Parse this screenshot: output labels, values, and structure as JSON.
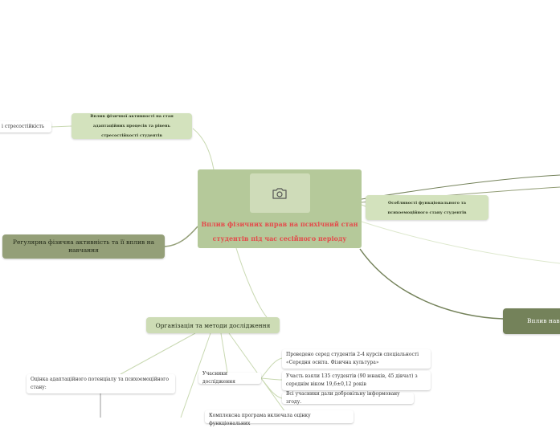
{
  "center": {
    "title": "Вплив фізичних вправ на психічний стан студентів під час сесійного періоду",
    "photo_icon": "camera-icon"
  },
  "branches": {
    "adaptation": "Вплив фізичної активності на стан адаптаційних процесів та рівень стресостійкості студентів",
    "features": "Особливості функціонального та психоемоційного стану студентів",
    "regular": "Регулярна фізична активність та її вплив на навчання",
    "load": "Вплив навч... з...",
    "methods": "Організація та методи дослідження"
  },
  "leaves": {
    "stress": "ію і стресостійкість",
    "participants": "Учасники дослідження",
    "assessment": "Оцінка адаптаційного потенціалу та психоемоційного стану:",
    "conducted": "Проведено серед студентів 2-4 курсів спеціальності «Середня освіта. Фізична культура»",
    "count": "Участь взяли 135 студентів (90 юнаків, 45 дівчат) з середнім віком 19,6±0,12 років",
    "consent": "Всі учасники дали добровільну інформовану згоду.",
    "program": "Комплексна програма включала оцінку функціональних"
  }
}
